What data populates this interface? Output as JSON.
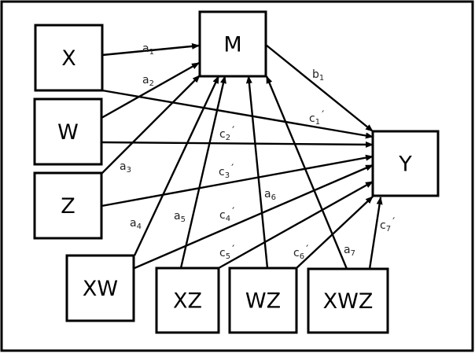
{
  "diagram": {
    "type": "path-model",
    "nodes": [
      {
        "id": "X",
        "label": "X"
      },
      {
        "id": "W",
        "label": "W"
      },
      {
        "id": "Z",
        "label": "Z"
      },
      {
        "id": "M",
        "label": "M"
      },
      {
        "id": "Y",
        "label": "Y"
      },
      {
        "id": "XW",
        "label": "XW"
      },
      {
        "id": "XZ",
        "label": "XZ"
      },
      {
        "id": "WZ",
        "label": "WZ"
      },
      {
        "id": "XWZ",
        "label": "XWZ"
      }
    ],
    "edges": [
      {
        "id": "a1",
        "from": "X",
        "to": "M",
        "label": "a",
        "sub": "1",
        "prime": ""
      },
      {
        "id": "a2",
        "from": "W",
        "to": "M",
        "label": "a",
        "sub": "2",
        "prime": ""
      },
      {
        "id": "a3",
        "from": "Z",
        "to": "M",
        "label": "a",
        "sub": "3",
        "prime": ""
      },
      {
        "id": "a4",
        "from": "XW",
        "to": "M",
        "label": "a",
        "sub": "4",
        "prime": ""
      },
      {
        "id": "a5",
        "from": "XZ",
        "to": "M",
        "label": "a",
        "sub": "5",
        "prime": ""
      },
      {
        "id": "a6",
        "from": "WZ",
        "to": "M",
        "label": "a",
        "sub": "6",
        "prime": ""
      },
      {
        "id": "a7",
        "from": "XWZ",
        "to": "M",
        "label": "a",
        "sub": "7",
        "prime": ""
      },
      {
        "id": "b1",
        "from": "M",
        "to": "Y",
        "label": "b",
        "sub": "1",
        "prime": ""
      },
      {
        "id": "c1",
        "from": "X",
        "to": "Y",
        "label": "c",
        "sub": "1",
        "prime": "′"
      },
      {
        "id": "c2",
        "from": "W",
        "to": "Y",
        "label": "c",
        "sub": "2",
        "prime": "′"
      },
      {
        "id": "c3",
        "from": "Z",
        "to": "Y",
        "label": "c",
        "sub": "3",
        "prime": "′"
      },
      {
        "id": "c4",
        "from": "XW",
        "to": "Y",
        "label": "c",
        "sub": "4",
        "prime": "′"
      },
      {
        "id": "c5",
        "from": "XZ",
        "to": "Y",
        "label": "c",
        "sub": "5",
        "prime": "′"
      },
      {
        "id": "c6",
        "from": "WZ",
        "to": "Y",
        "label": "c",
        "sub": "6",
        "prime": "′"
      },
      {
        "id": "c7",
        "from": "XWZ",
        "to": "Y",
        "label": "c",
        "sub": "7",
        "prime": "′"
      }
    ]
  }
}
